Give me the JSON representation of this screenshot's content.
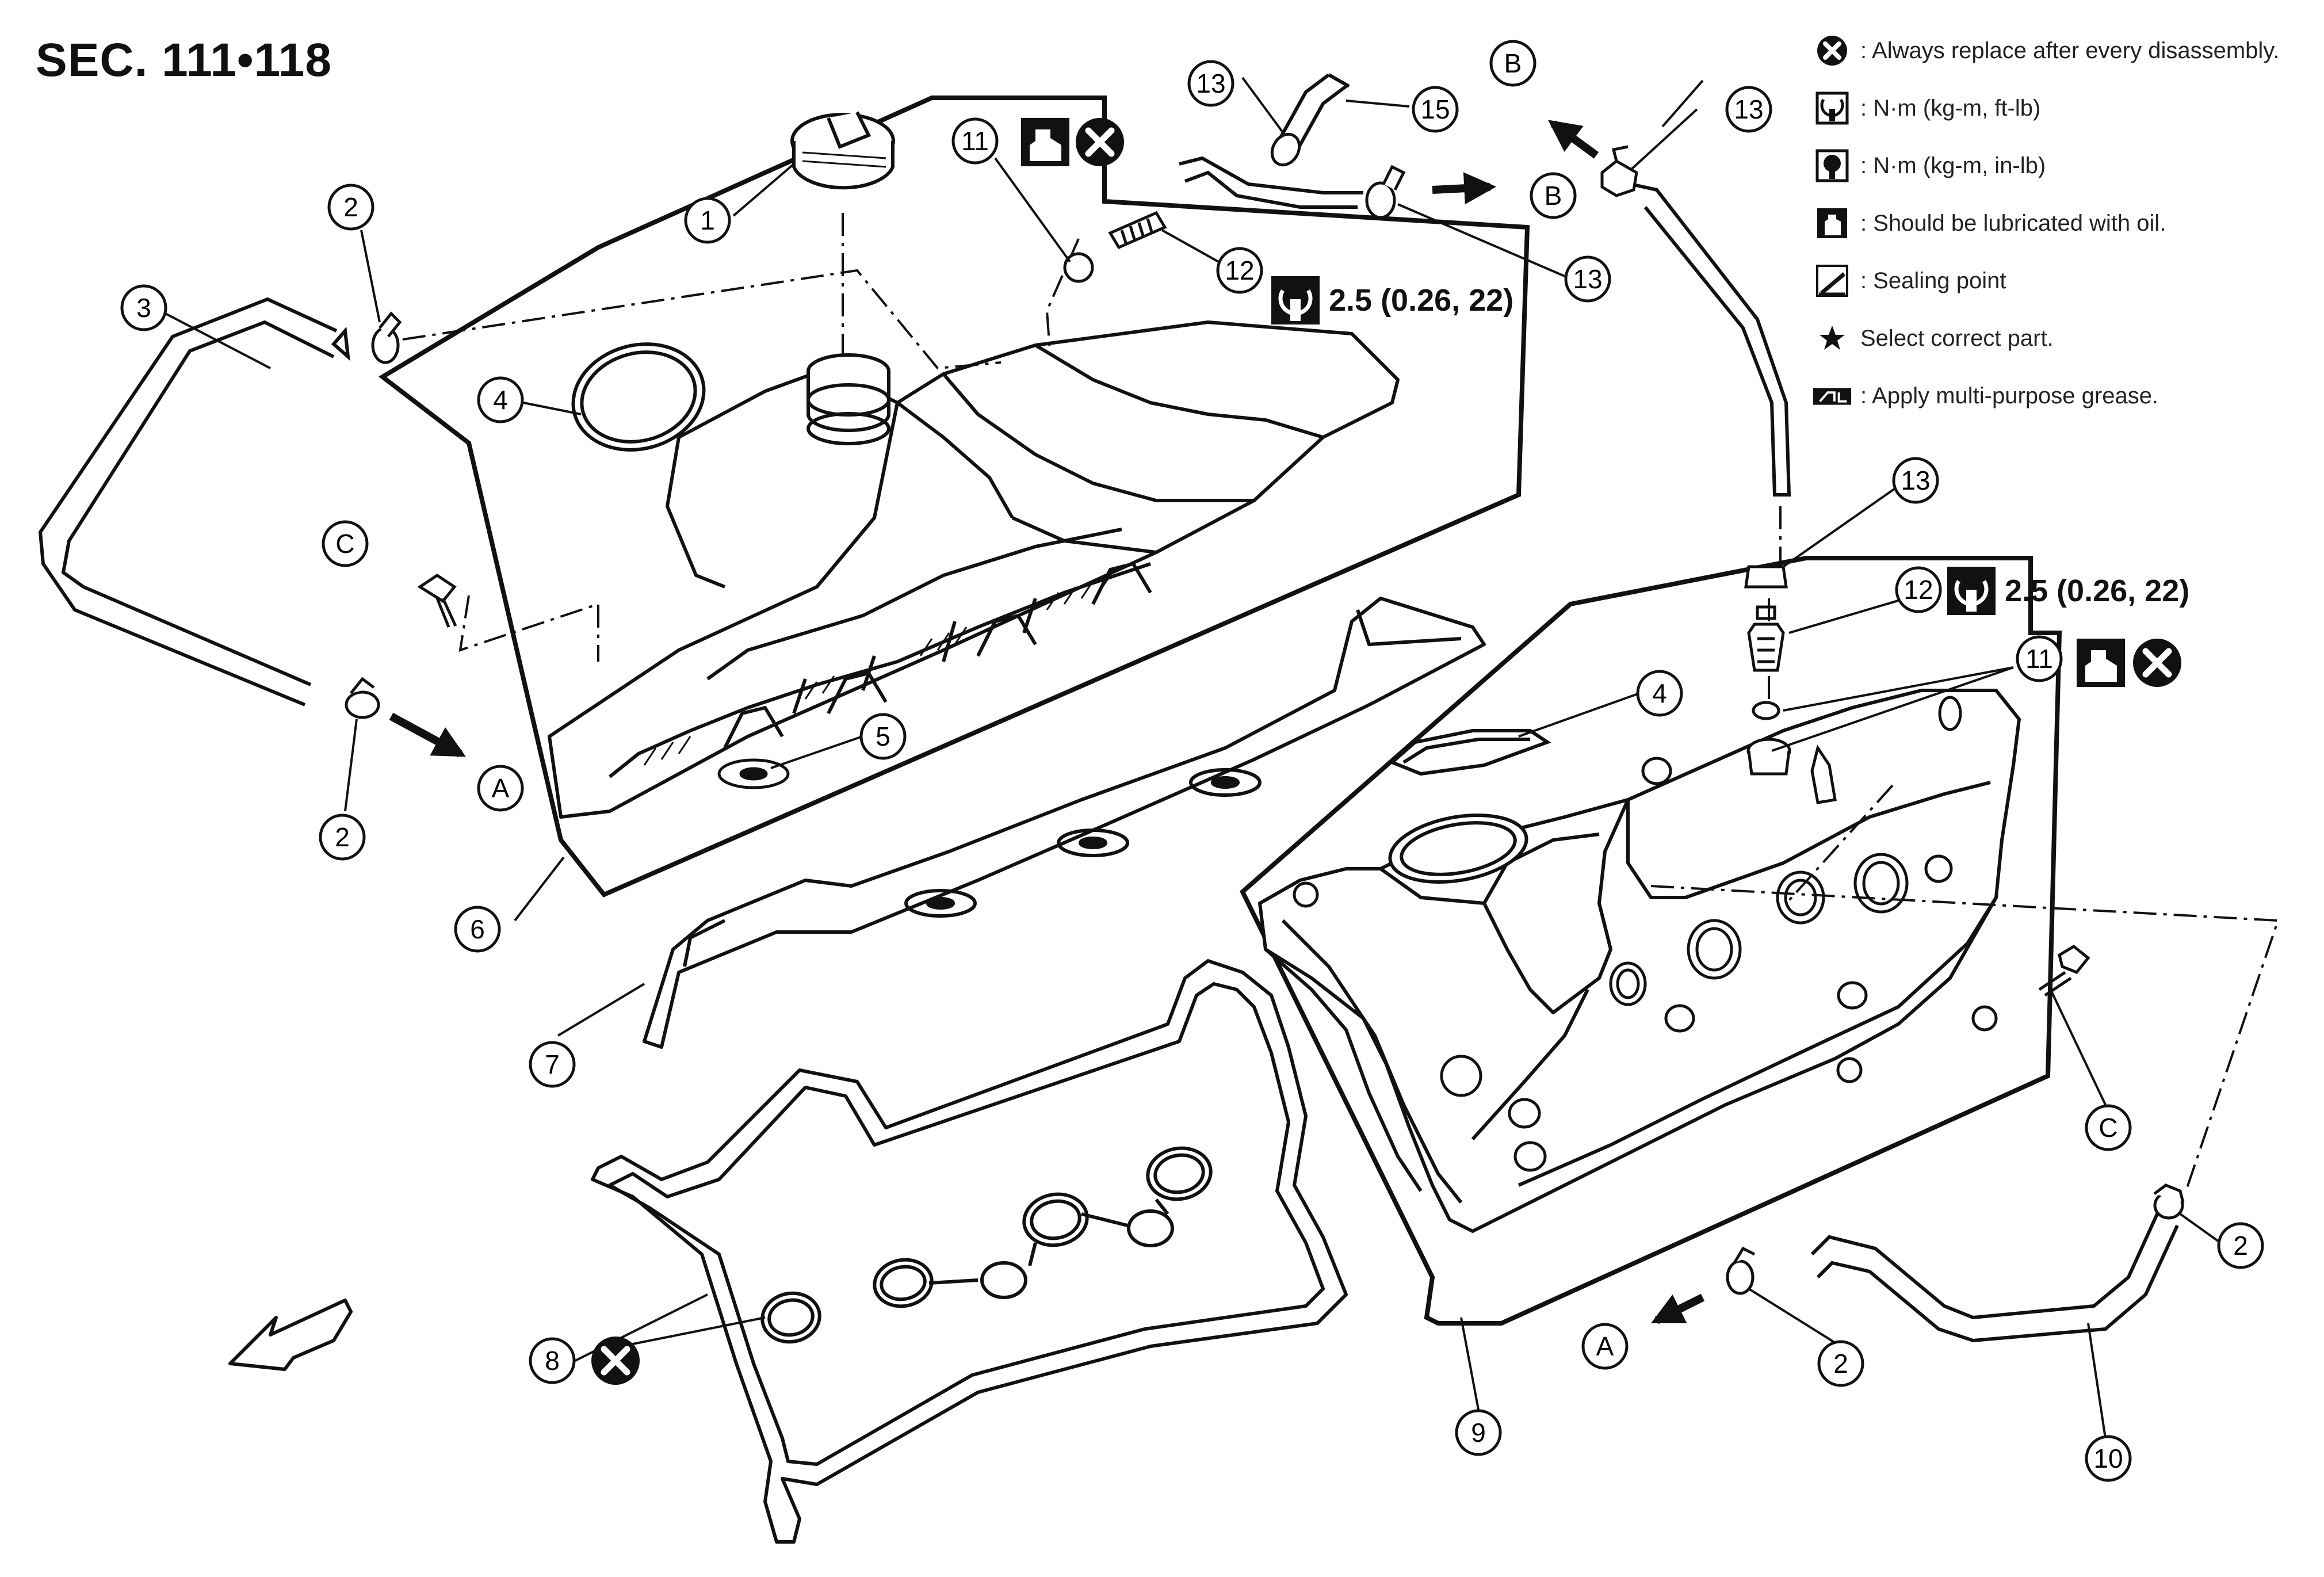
{
  "title": "SEC. 111•118",
  "legend": [
    {
      "icon": "replace-x-icon",
      "text": ": Always replace after every disassembly."
    },
    {
      "icon": "torque-ftlb-icon",
      "text": ": N·m (kg-m, ft-lb)"
    },
    {
      "icon": "torque-inlb-icon",
      "text": ": N·m (kg-m, in-lb)"
    },
    {
      "icon": "lubricate-oil-icon",
      "text": ": Should be lubricated with oil."
    },
    {
      "icon": "sealing-point-icon",
      "text": ": Sealing point"
    },
    {
      "icon": "star-icon",
      "text": "Select correct part."
    },
    {
      "icon": "grease-icon",
      "text": ": Apply multi-purpose grease."
    }
  ],
  "callouts": {
    "c1": "1",
    "c2": "2",
    "c3": "3",
    "c4": "4",
    "c5": "5",
    "c6": "6",
    "c7": "7",
    "c8": "8",
    "c9": "9",
    "c10": "10",
    "c11": "11",
    "c12": "12",
    "c13": "13",
    "c15": "15"
  },
  "connectors": {
    "a": "A",
    "b": "B",
    "c": "C"
  },
  "torque_spec": "2.5 (0.26, 22)"
}
